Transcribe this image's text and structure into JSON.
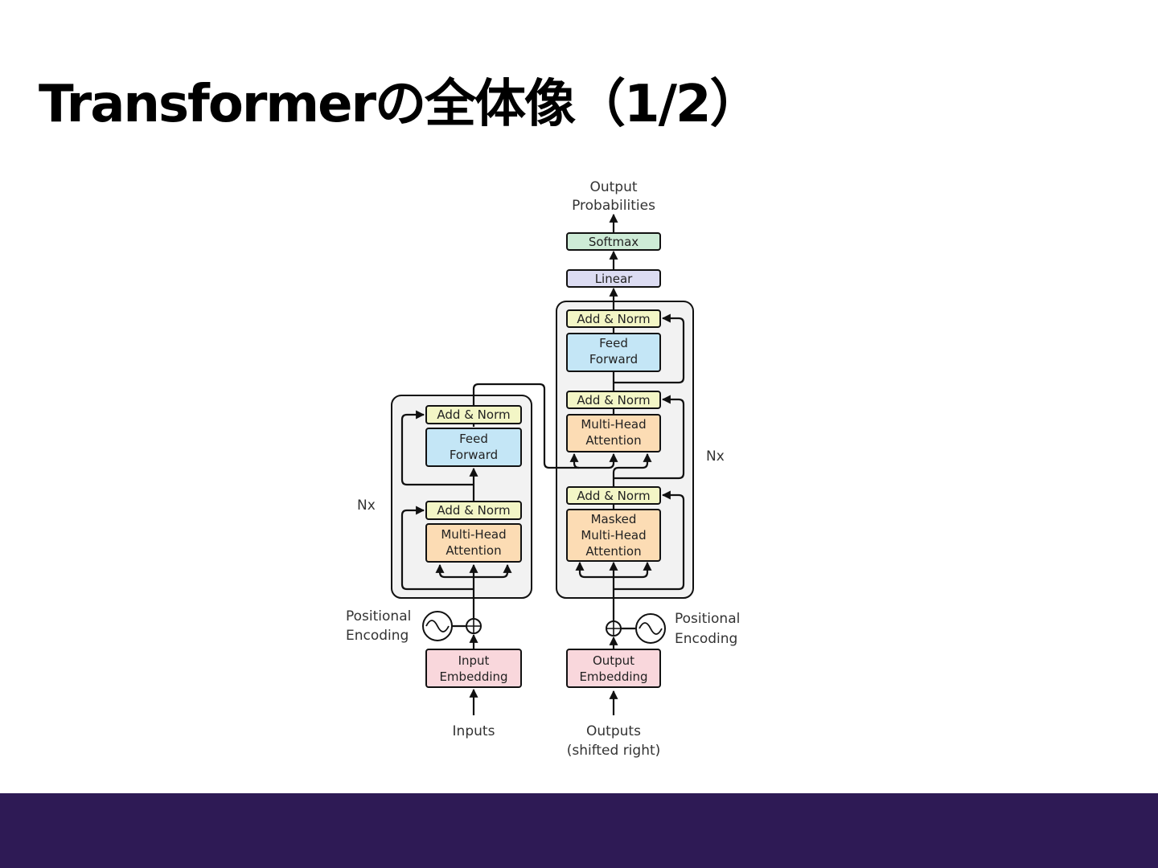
{
  "slide": {
    "title": "Transformerの全体像（1/2）",
    "footer_color": "#2e1a55"
  },
  "diagram": {
    "output_label_line1": "Output",
    "output_label_line2": "Probabilities",
    "softmax": "Softmax",
    "linear": "Linear",
    "decoder": {
      "nx": "Nx",
      "add_norm_top": "Add & Norm",
      "feed_forward_line1": "Feed",
      "feed_forward_line2": "Forward",
      "add_norm_mid": "Add & Norm",
      "mha_line1": "Multi-Head",
      "mha_line2": "Attention",
      "add_norm_bottom": "Add & Norm",
      "masked_line1": "Masked",
      "masked_line2": "Multi-Head",
      "masked_line3": "Attention"
    },
    "encoder": {
      "nx": "Nx",
      "add_norm_top": "Add & Norm",
      "feed_forward_line1": "Feed",
      "feed_forward_line2": "Forward",
      "add_norm_bottom": "Add & Norm",
      "mha_line1": "Multi-Head",
      "mha_line2": "Attention"
    },
    "pos_enc_left_line1": "Positional",
    "pos_enc_left_line2": "Encoding",
    "pos_enc_right_line1": "Positional",
    "pos_enc_right_line2": "Encoding",
    "input_embedding_line1": "Input",
    "input_embedding_line2": "Embedding",
    "output_embedding_line1": "Output",
    "output_embedding_line2": "Embedding",
    "inputs_label": "Inputs",
    "outputs_label_line1": "Outputs",
    "outputs_label_line2": "(shifted right)",
    "colors": {
      "add_norm": "#f3f6c6",
      "feed_forward": "#c4e6f6",
      "attention": "#fcdcb4",
      "embedding": "#f9d7dc",
      "linear": "#dcdcf2",
      "softmax": "#cdebd6",
      "container": "#f2f2f2"
    }
  }
}
